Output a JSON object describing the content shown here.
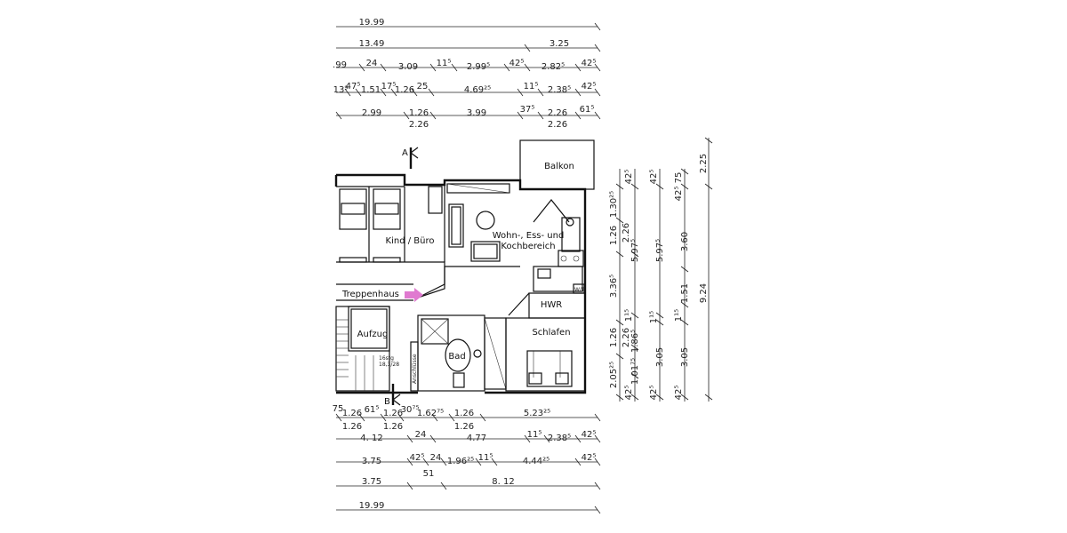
{
  "rooms": {
    "kind": "Kind / Büro",
    "wohn_line1": "Wohn-, Ess- und",
    "wohn_line2": "Kochbereich",
    "balkon": "Balkon",
    "hwr": "HWR",
    "schlafen": "Schlafen",
    "bad": "Bad",
    "treppenhaus": "Treppenhaus",
    "aufzug": "Aufzug",
    "anschluesse": "Anschlüsse",
    "wt": "W/T",
    "stair_note_1": "16stg",
    "stair_note_2": "18,3/28"
  },
  "section_marks": {
    "a": "A",
    "b": "B"
  },
  "top_dimensions": {
    "row1": [
      "19.99"
    ],
    "row2": [
      "13.49",
      "3.25"
    ],
    "row3": [
      ".99",
      "24",
      "3.09",
      "11⁵",
      "2.99⁵",
      "42⁵",
      "2.82⁵",
      "42⁵"
    ],
    "row4": [
      "13⁹",
      "47⁵",
      "1.51",
      "17⁵",
      "1.26",
      "25",
      "4.69²⁵",
      "11⁵",
      "2.38⁵",
      "42⁵"
    ],
    "row5": [
      "2.99",
      "1.26",
      "3.99",
      "37⁵",
      "2.26",
      "61⁵"
    ],
    "row5_below": [
      "2.26",
      "2.26"
    ]
  },
  "bottom_dimensions": {
    "row1_upper": [
      "75",
      "1.26",
      "61⁵",
      "1.26",
      "30⁷⁵",
      "1.62⁷⁵",
      "1.26",
      "5.23²⁵"
    ],
    "row1_lower": [
      "1.26",
      "1.26",
      "1.26"
    ],
    "row2": [
      "4. 12",
      "24",
      "4.77",
      "11⁵",
      "2.38⁵",
      "42⁵"
    ],
    "row3": [
      "3.75",
      "42⁵",
      "24",
      "1.96²⁵",
      "11⁵",
      "4.44²⁵",
      "42⁵"
    ],
    "row3_below": [
      "51"
    ],
    "row4": [
      "3.75",
      "8. 12"
    ],
    "row5": [
      "19.99"
    ]
  },
  "side_dimensions": {
    "col1": [
      "1.30²⁵",
      "1.26",
      "3.36⁵",
      "1.26",
      "2.05²⁵"
    ],
    "col2": [
      "42⁵",
      "2.26",
      "5.97⁵",
      "1¹⁵",
      "2.26",
      "1.86⁵",
      "1.01⁷⁵",
      "42⁵"
    ],
    "col3": [
      "42⁵",
      "5.97⁵",
      "1¹⁵",
      "3.05",
      "42⁵"
    ],
    "col4": [
      "42⁵",
      "75",
      "3.60",
      "1.51",
      "1¹⁵",
      "3.05",
      "42⁵"
    ],
    "col5": [
      "2.25",
      "9.24"
    ]
  },
  "colors": {
    "arrow": "#e07ad0",
    "ink": "#111111",
    "background": "#ffffff"
  }
}
